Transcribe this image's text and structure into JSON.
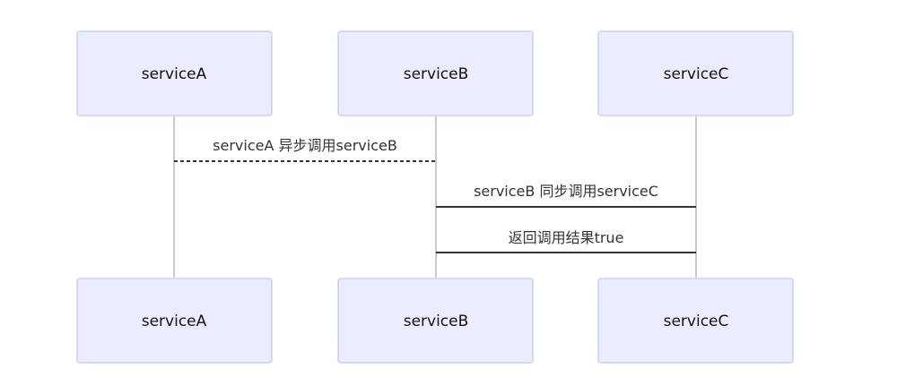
{
  "actors": [
    {
      "id": "A",
      "label": "serviceA"
    },
    {
      "id": "B",
      "label": "serviceB"
    },
    {
      "id": "C",
      "label": "serviceC"
    }
  ],
  "messages": [
    {
      "from": "A",
      "to": "B",
      "text": "serviceA 异步调用serviceB",
      "style": "dotted"
    },
    {
      "from": "B",
      "to": "C",
      "text": "serviceB 同步调用serviceC",
      "style": "solid"
    },
    {
      "from": "C",
      "to": "B",
      "text": "返回调用结果true",
      "style": "solid"
    }
  ],
  "colors": {
    "actor_fill": "#ececff",
    "actor_stroke": "#cccff4",
    "line": "#333333",
    "lifeline": "#b8b8b8"
  }
}
